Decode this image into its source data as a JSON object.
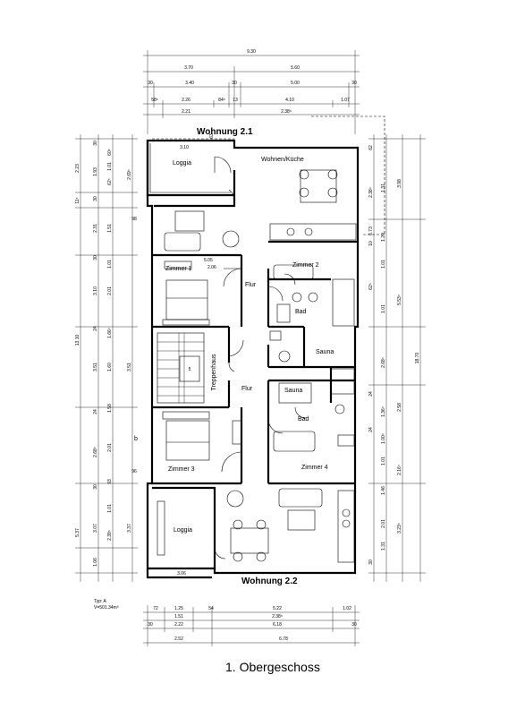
{
  "title": "1. Obergeschoss",
  "apartments": {
    "upper": "Wohnung 2.1",
    "lower": "Wohnung 2.2"
  },
  "rooms": {
    "loggia_top": "Loggia",
    "wohnen_kueche": "Wohnen/Küche",
    "zimmer1": "Zimmer 1",
    "zimmer2": "Zimmer 2",
    "flur_top": "Flur",
    "bad_top": "Bad",
    "sauna_top": "Sauna",
    "treppenhaus": "Treppenhaus",
    "flur_bottom": "Flur",
    "sauna_bottom": "Sauna",
    "bad_bottom": "Bad",
    "zimmer3": "Zimmer 3",
    "zimmer4": "Zimmer 4",
    "loggia_bottom": "Loggia"
  },
  "room_dims": {
    "loggia_top_width": "3.10",
    "loggia_bottom_width": "3.06",
    "stair_mark": "b"
  },
  "area_note": [
    "Typ: A",
    "V=501.34m³"
  ],
  "dims_top": {
    "row1": [
      "9.30"
    ],
    "row2": [
      "3.70",
      "5.60"
    ],
    "row3": [
      "30",
      "3.40",
      "30",
      "5.00",
      "30"
    ],
    "row4": [
      "58⁵",
      "2.26",
      "84⁵",
      "13",
      "4.10",
      "1.07"
    ],
    "row5": [
      "2.21",
      "2.38⁵"
    ]
  },
  "dims_bottom": {
    "row1": [
      "72",
      "1.25",
      "54",
      "5.22",
      "1.02"
    ],
    "row2": [
      "1.51",
      "2.38⁵"
    ],
    "row3": [
      "30",
      "2.22",
      "6.18",
      "30"
    ],
    "row4": [
      "2.52",
      "6.78"
    ]
  },
  "dims_left": {
    "outer": [
      "2.23",
      "11⁵",
      "13.10",
      "5.37"
    ],
    "mid": [
      "30",
      "1.93",
      "30",
      "2.31",
      "30",
      "3.10",
      "24",
      "3.51",
      "24",
      "2.68⁵",
      "30",
      "3.07",
      "1.06"
    ],
    "inner": [
      "60⁵",
      "1.01",
      "62⁵",
      "1.51",
      "1.01",
      "2.01",
      "1.66⁵",
      "1.60",
      "1.58",
      "2.01",
      "93",
      "1.01",
      "2.39⁵"
    ],
    "extra": [
      "98",
      "96",
      "2.69⁵",
      "3.51",
      "3.37"
    ]
  },
  "dims_right": {
    "outer": [
      "18.70"
    ],
    "mid": [
      "3.98",
      "5.53⁵",
      "2.58",
      "2.16⁵",
      "3.23⁵"
    ],
    "inner": [
      "1.31",
      "1.01",
      "1.20",
      "1.01",
      "2.68⁵",
      "1.36⁵",
      "1.00⁵",
      "1.01",
      "1.46",
      "2.01",
      "1.31"
    ],
    "small": [
      "62",
      "2.38⁵",
      "6.73",
      "10",
      "62⁵",
      "24",
      "24",
      "30"
    ]
  },
  "small_marks": [
    "5.05",
    "2.06",
    "63",
    "5"
  ]
}
